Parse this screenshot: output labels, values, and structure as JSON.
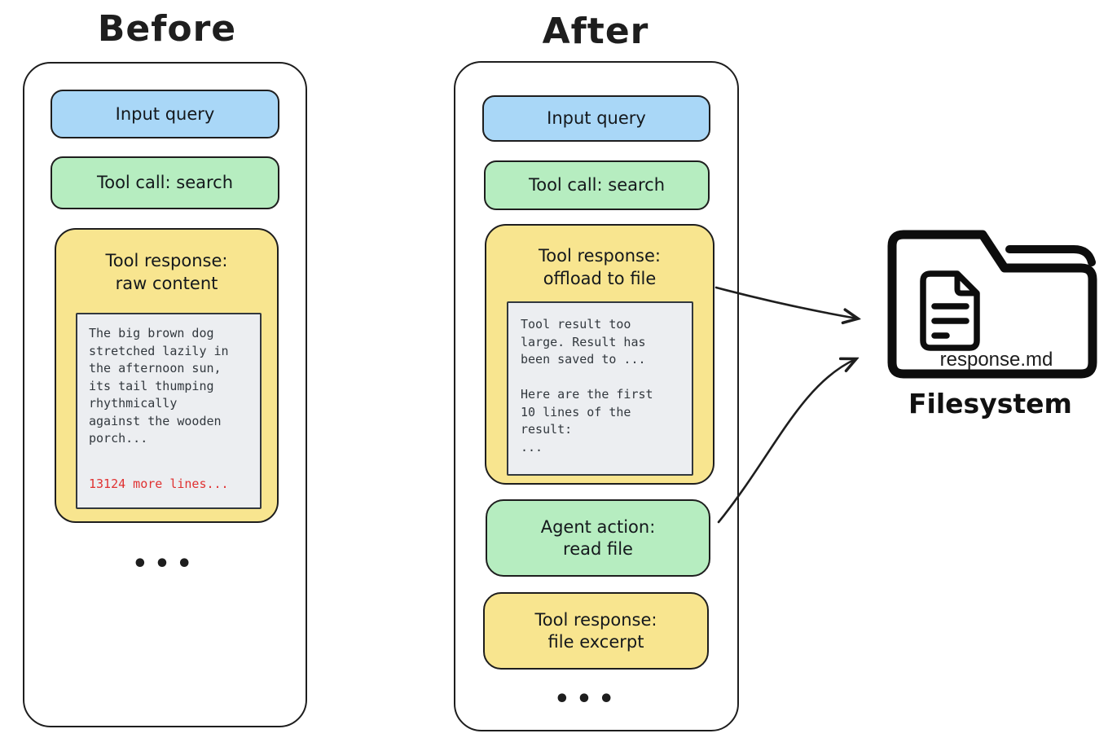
{
  "titles": {
    "before": "Before",
    "after": "After"
  },
  "before_column": {
    "input_query": "Input query",
    "tool_call": "Tool call: search",
    "tool_response_title": "Tool response:\nraw content",
    "raw_content": "The big brown dog\nstretched lazily in\nthe afternoon sun,\nits tail thumping\nrhythmically\nagainst the wooden\nporch...",
    "more_lines": "13124 more lines...",
    "ellipsis": "•••"
  },
  "after_column": {
    "input_query": "Input query",
    "tool_call": "Tool call: search",
    "offload_title": "Tool response:\noffload to file",
    "offload_body": "Tool result too\nlarge. Result has\nbeen saved to ...\n\nHere are the first\n10 lines of the\nresult:\n...",
    "agent_action": "Agent action:\nread file",
    "file_excerpt": "Tool response:\nfile excerpt",
    "ellipsis": "•••"
  },
  "filesystem": {
    "file_name": "response.md",
    "label": "Filesystem"
  },
  "colors": {
    "stroke": "#1e1e1e",
    "blue_fill": "#a9d7f7",
    "green_fill": "#b6edc0",
    "yellow_fill": "#f8e58f",
    "snippet_bg": "#eceef1",
    "snippet_border": "#32383e",
    "red_text": "#e03131",
    "icon_black": "#0d0d0d"
  }
}
